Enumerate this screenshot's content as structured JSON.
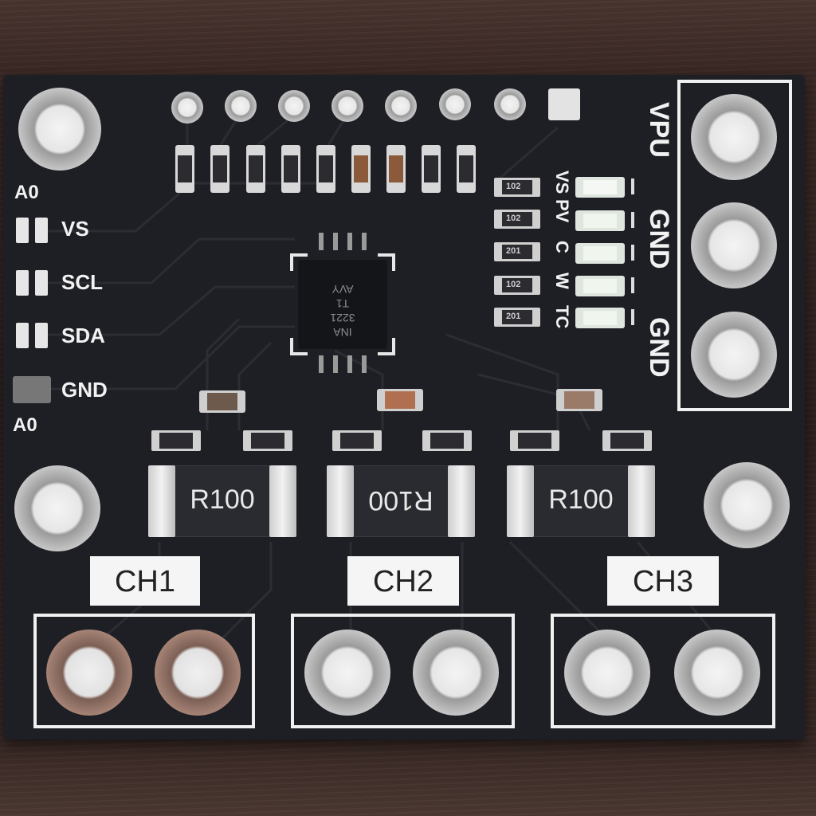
{
  "board": {
    "left_pin_labels": {
      "a0_top": "A0",
      "vs": "VS",
      "scl": "SCL",
      "sda": "SDA",
      "gnd": "GND",
      "a0_bottom": "A0"
    },
    "power_labels": {
      "vpu": "VPU",
      "gnd1": "GND",
      "gnd2": "GND"
    },
    "led_labels": {
      "vs": "VS",
      "pv": "PV",
      "c": "C",
      "w": "W",
      "tc": "TC"
    },
    "chip": {
      "lines": [
        "INA",
        "3221",
        "T1",
        "AVY"
      ]
    },
    "resistor_codes": [
      "102",
      "102",
      "201",
      "102",
      "201"
    ],
    "shunts": [
      {
        "label": "R100",
        "mirrored": false
      },
      {
        "label": "R100",
        "mirrored": true
      },
      {
        "label": "R100",
        "mirrored": false
      }
    ],
    "channels": [
      {
        "label": "CH1"
      },
      {
        "label": "CH2"
      },
      {
        "label": "CH3"
      }
    ]
  },
  "colors": {
    "pcb": "#1e1f24",
    "silkscreen": "#f2f2f2",
    "pad": "#e8e8e8",
    "wood": "#3a2a26"
  }
}
